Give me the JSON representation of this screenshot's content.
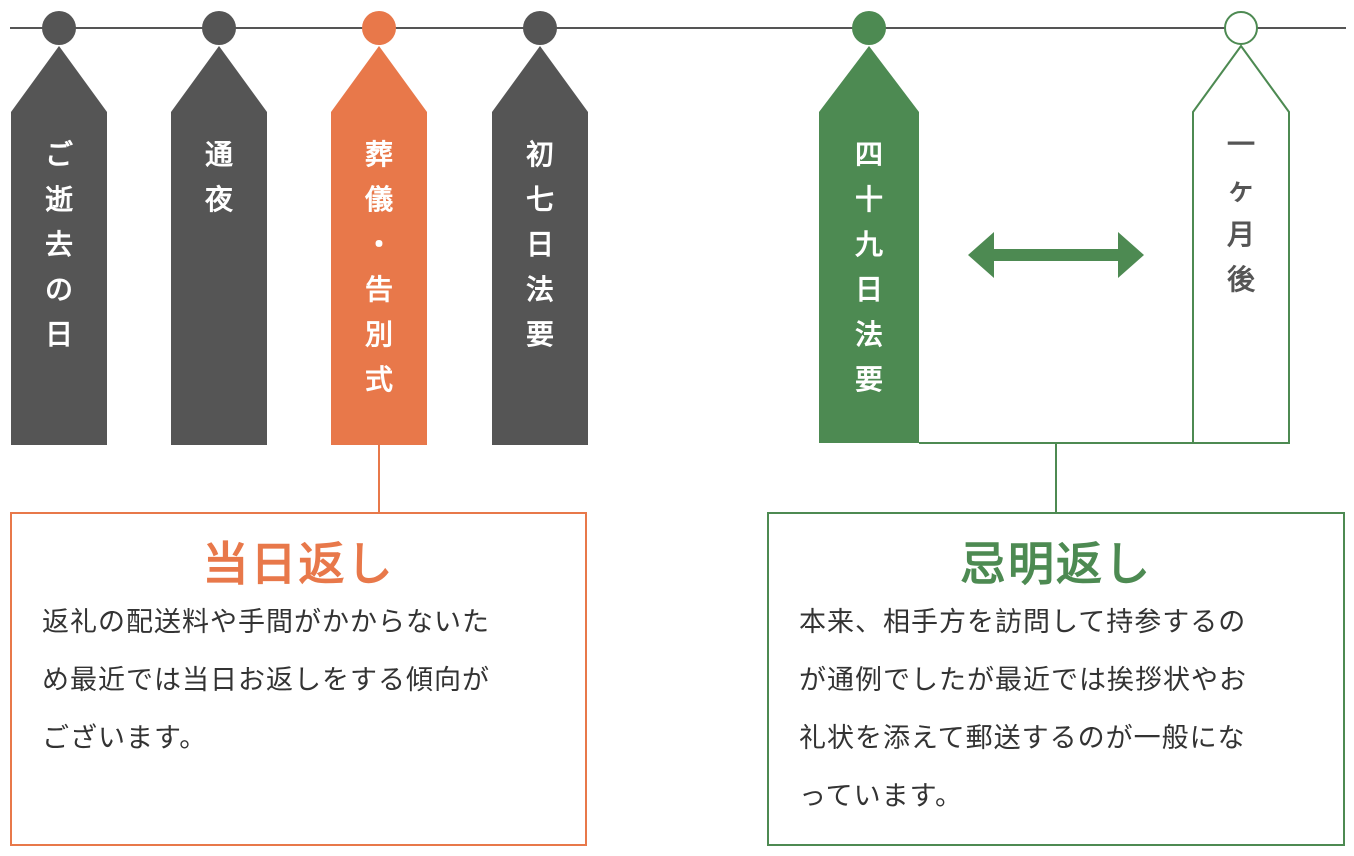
{
  "colors": {
    "dark": "#555555",
    "orange": "#e8784a",
    "green": "#4d8a52",
    "line": "#555555"
  },
  "tags": [
    {
      "id": "deceased-day",
      "label": "ご逝去の日",
      "style": "dark"
    },
    {
      "id": "wake",
      "label": "通夜",
      "style": "dark"
    },
    {
      "id": "funeral",
      "label": "葬儀・告別式",
      "style": "orange"
    },
    {
      "id": "seventh-day",
      "label": "初七日法要",
      "style": "dark"
    },
    {
      "id": "forty-ninth-day",
      "label": "四十九日法要",
      "style": "green"
    },
    {
      "id": "one-month-after",
      "label": "一ヶ月後",
      "style": "green-outline"
    }
  ],
  "boxes": {
    "same_day": {
      "title": "当日返し",
      "lines": [
        "返礼の配送料や手間がかからないた",
        "め最近では当日お返しをする傾向が",
        "ございます。"
      ]
    },
    "kiake": {
      "title": "忌明返し",
      "lines": [
        "本来、相手方を訪問して持参するの",
        "が通例でしたが最近では挨拶状やお",
        "礼状を添えて郵送するのが一般にな",
        "っています。"
      ]
    }
  }
}
